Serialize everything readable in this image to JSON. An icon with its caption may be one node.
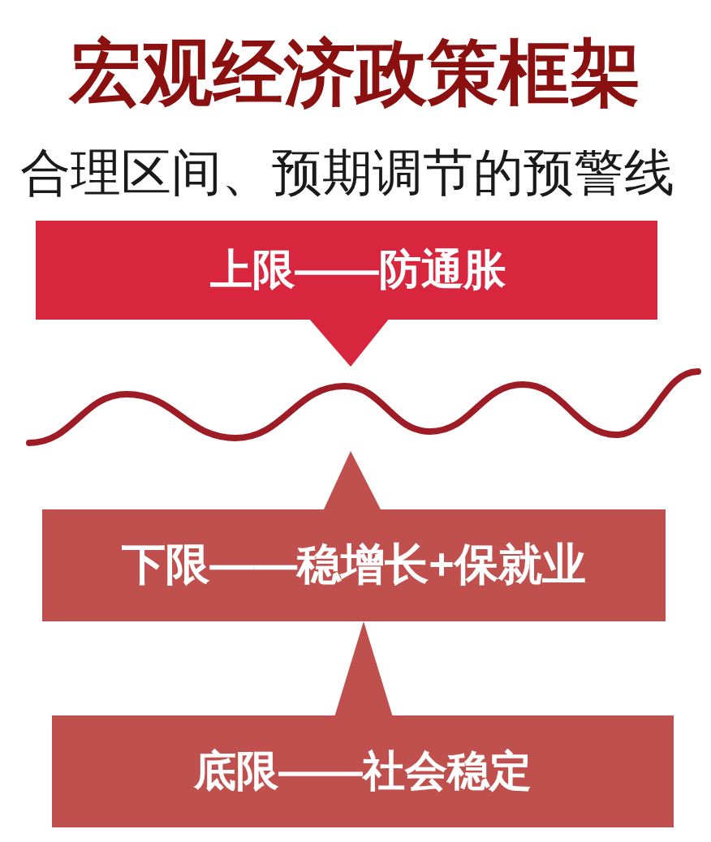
{
  "diagram": {
    "title": "宏观经济政策框架",
    "nodes": [
      {
        "text": [
          "上限——防通胀"
        ]
      },
      {
        "text": [],
        "shape": "wave"
      },
      {
        "text": [
          "下限——稳增长+保就业"
        ]
      },
      {
        "text": [
          "底限——社会稳定"
        ]
      }
    ],
    "edges": [
      {
        "from": 0,
        "to": 1,
        "arrow": "to",
        "color": "#d7263d"
      },
      {
        "from": 2,
        "to": 1,
        "arrow": "to"
      },
      {
        "from": 3,
        "to": 2,
        "arrow": "to"
      }
    ],
    "labels": [
      "合理区间、预期调节的预警线"
    ]
  }
}
